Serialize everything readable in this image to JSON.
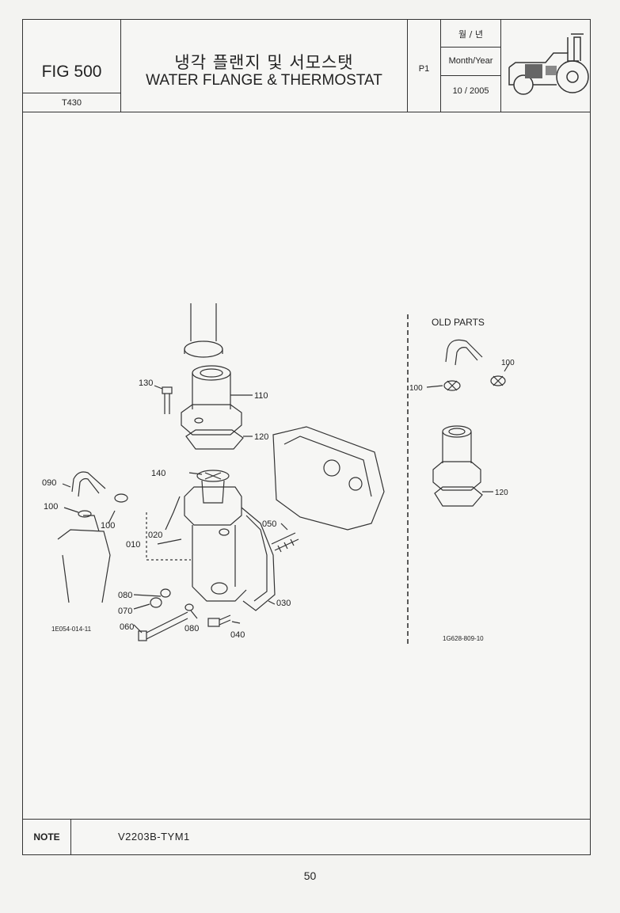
{
  "header": {
    "fig_label": "FIG 500",
    "model": "T430",
    "title_kr": "냉각 플랜지 및 서모스탯",
    "title_en": "WATER FLANGE & THERMOSTAT",
    "page": "P1",
    "date_label_kr": "월 / 년",
    "date_label_en": "Month/Year",
    "date_value": "10 / 2005",
    "tractor_icon": "tractor-icon"
  },
  "diagram": {
    "main_ref": "1E054-014-11",
    "old_parts_ref": "1G628-809-10",
    "old_parts_title": "OLD PARTS",
    "callouts": {
      "p010": "010",
      "p020": "020",
      "p030": "030",
      "p040": "040",
      "p050": "050",
      "p060": "060",
      "p070": "070",
      "p080a": "080",
      "p080b": "080",
      "p090": "090",
      "p100a": "100",
      "p100b": "100",
      "p110": "110",
      "p120": "120",
      "p130": "130",
      "p140": "140",
      "old100a": "100",
      "old100b": "100",
      "old120": "120"
    }
  },
  "note": {
    "label": "NOTE",
    "value": "V2203B-TYM1"
  },
  "page_number": "50"
}
